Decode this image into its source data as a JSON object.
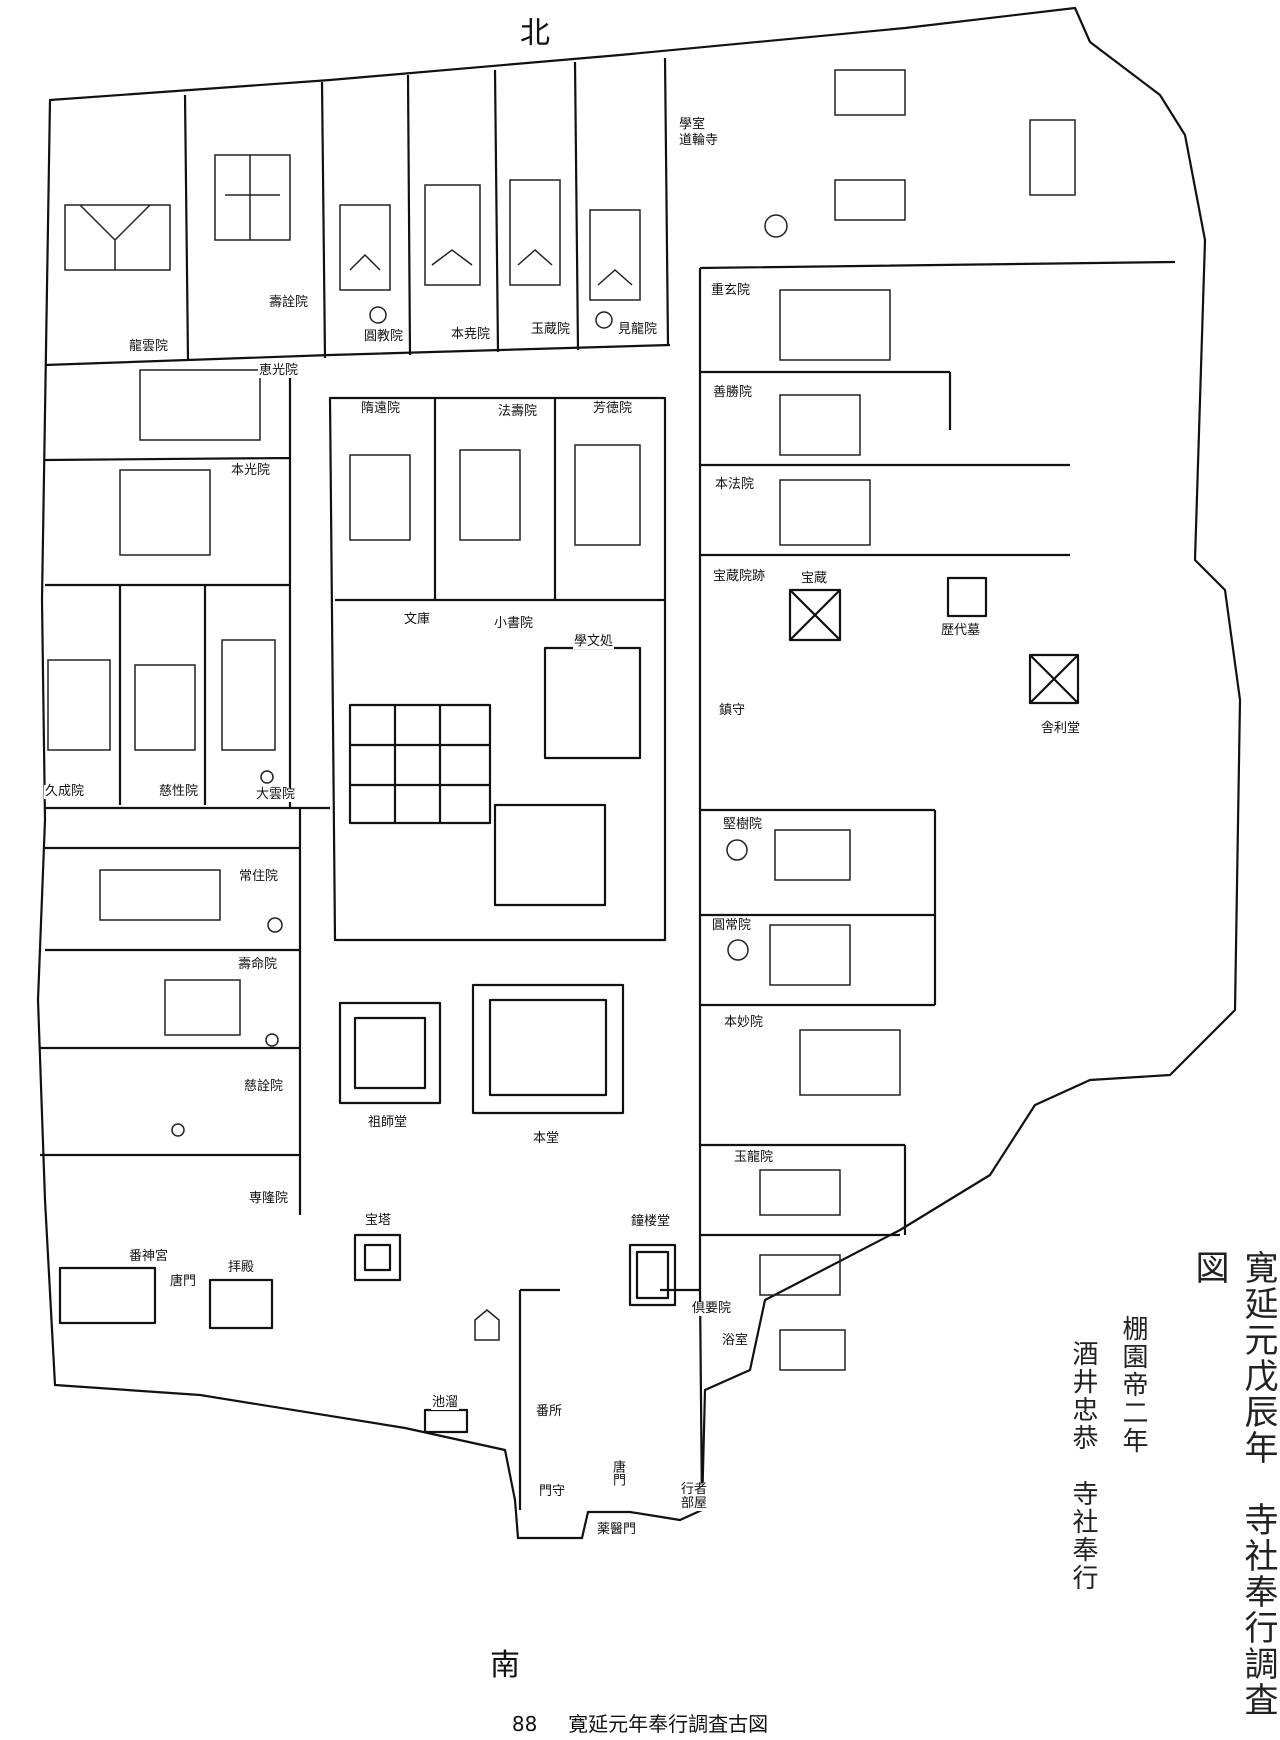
{
  "compass": {
    "north": "北",
    "south": "南"
  },
  "caption": {
    "number": "88",
    "title": "寛延元年奉行調査古図"
  },
  "inscription": {
    "line1": "寛延元戊辰年　寺社奉行調査図",
    "line2": "棚園帝二年",
    "line3": "酒井忠恭　寺社奉行"
  },
  "labels": {
    "gakushitsu": "學室",
    "dorinji": "道輪寺",
    "juten": "壽詮院",
    "ryuun": "龍雲院",
    "enkyo": "圓教院",
    "honko_n": "本尭院",
    "gyokuzo": "玉蔵院",
    "kenryu": "見龍院",
    "jugen": "重玄院",
    "zensho": "善勝院",
    "honpo": "本法院",
    "keiko": "恵光院",
    "honko": "本光院",
    "zuien": "隋遠院",
    "hoju": "法壽院",
    "hotoku": "芳徳院",
    "hozoato": "宝蔵院跡",
    "hozo": "宝蔵",
    "rekidaibo": "歴代墓",
    "chinju": "鎮守",
    "shari": "舎利堂",
    "bunko": "文庫",
    "koshoin": "小書院",
    "gakumon": "學文処",
    "kusei": "久成院",
    "jisho": "慈性院",
    "daiun": "大雲院",
    "kenju": "堅樹院",
    "joju": "常住院",
    "jumei": "壽命院",
    "enjo": "圓常院",
    "honmyo": "本妙院",
    "jisen": "慈詮院",
    "soshido": "祖師堂",
    "hondo": "本堂",
    "senryu": "専隆院",
    "gyokuryu": "玉龍院",
    "hoto": "宝塔",
    "shoro": "鐘楼堂",
    "banjingu": "番神宮",
    "karamon_l": "唐門",
    "haiden": "拝殿",
    "guyo": "倶要院",
    "yokushitsu": "浴室",
    "ikedamari": "池溜",
    "bansho": "番所",
    "monshu": "門守",
    "yakuimon": "薬醫門",
    "gyojabeya": "行者部屋",
    "karamon": "唐門"
  }
}
